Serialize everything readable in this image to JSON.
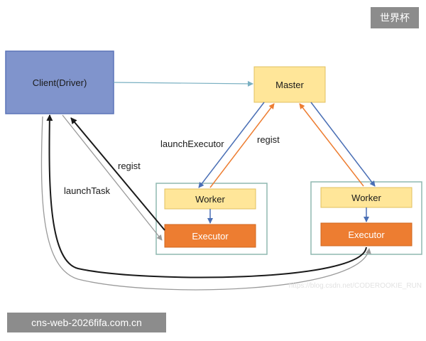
{
  "header": {
    "badge": "世界杯"
  },
  "diagram": {
    "nodes": {
      "client": "Client(Driver)",
      "master": "Master",
      "worker_left": "Worker",
      "executor_left": "Executor",
      "worker_right": "Worker",
      "executor_right": "Executor"
    },
    "edge_labels": {
      "launch_executor": "launchExecutor",
      "regist_master": "regist",
      "regist_client": "regist",
      "launch_task": "launchTask"
    },
    "watermark": "https://blog.csdn.net/CODEROOKIE_RUN"
  },
  "footer": {
    "caption": "cns-web-2026fifa.com.cn"
  }
}
